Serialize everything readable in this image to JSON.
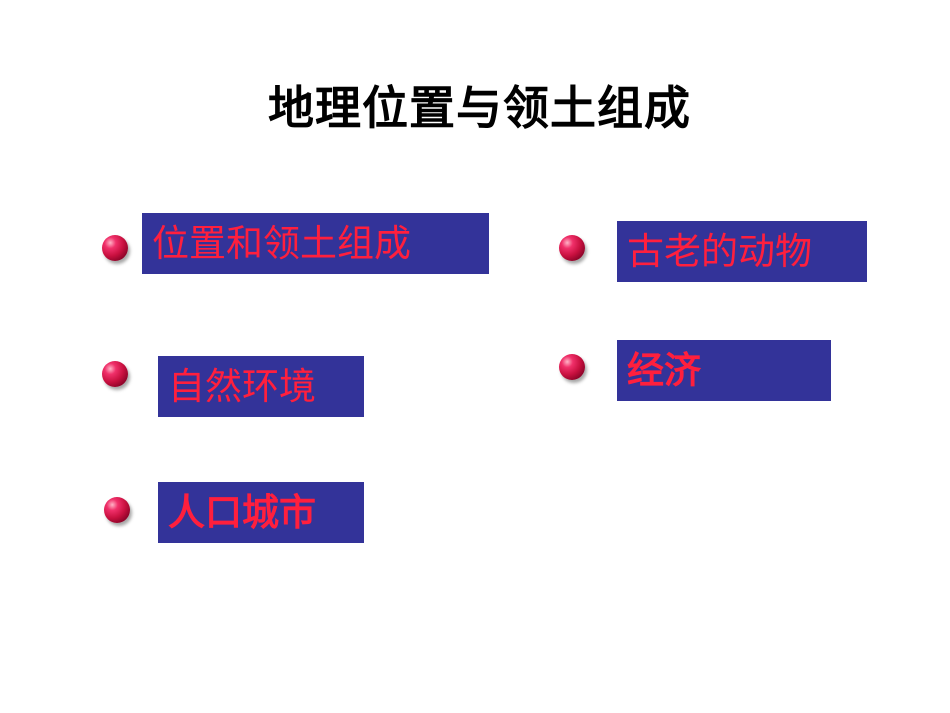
{
  "slide": {
    "title": "地理位置与领土组成",
    "topics": [
      {
        "label": "位置和领土组成"
      },
      {
        "label": "自然环境"
      },
      {
        "label": "人口城市"
      },
      {
        "label": "古老的动物"
      },
      {
        "label": "经济"
      }
    ]
  },
  "colors": {
    "box_background": "#333399",
    "link_text": "#ff1f3d",
    "bullet": "#c8103f",
    "title_text": "#000000"
  },
  "icons": {
    "bullet": "red-sphere-bullet-icon"
  }
}
